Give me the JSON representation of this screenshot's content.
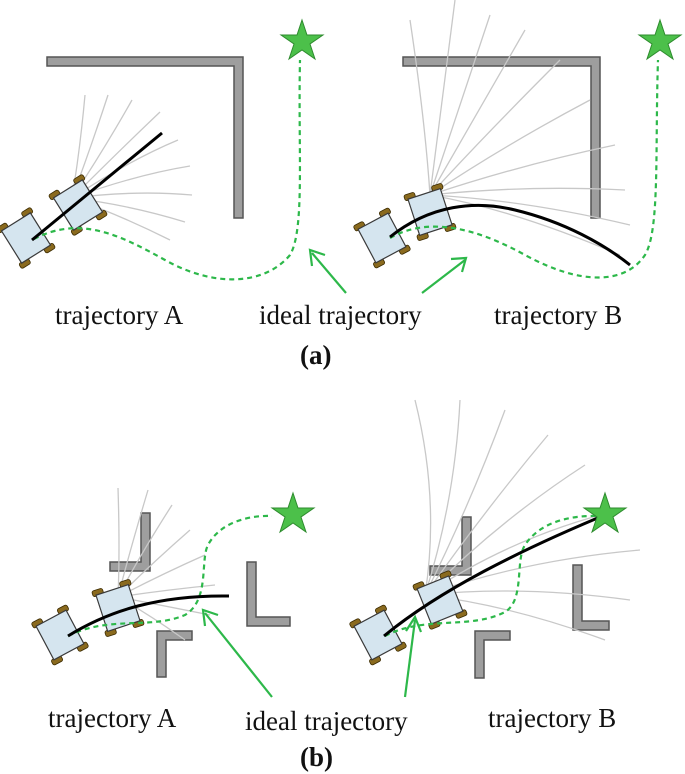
{
  "colors": {
    "ideal_path": "#2db84a",
    "star_fill": "#4cc04a",
    "arrow": "#2db84a",
    "trajectory": "#000000",
    "robot": "#d5e5ef",
    "wall": "#9e9e9e",
    "fan": "#c8c8c8"
  },
  "icons": {
    "goal": "star-icon",
    "robot": "robot-icon"
  },
  "panel_a": {
    "caption": "(a)",
    "left_label": "trajectory A",
    "center_label": "ideal trajectory",
    "right_label": "trajectory B"
  },
  "panel_b": {
    "caption": "(b)",
    "left_label": "trajectory A",
    "center_label": "ideal trajectory",
    "right_label": "trajectory B"
  }
}
